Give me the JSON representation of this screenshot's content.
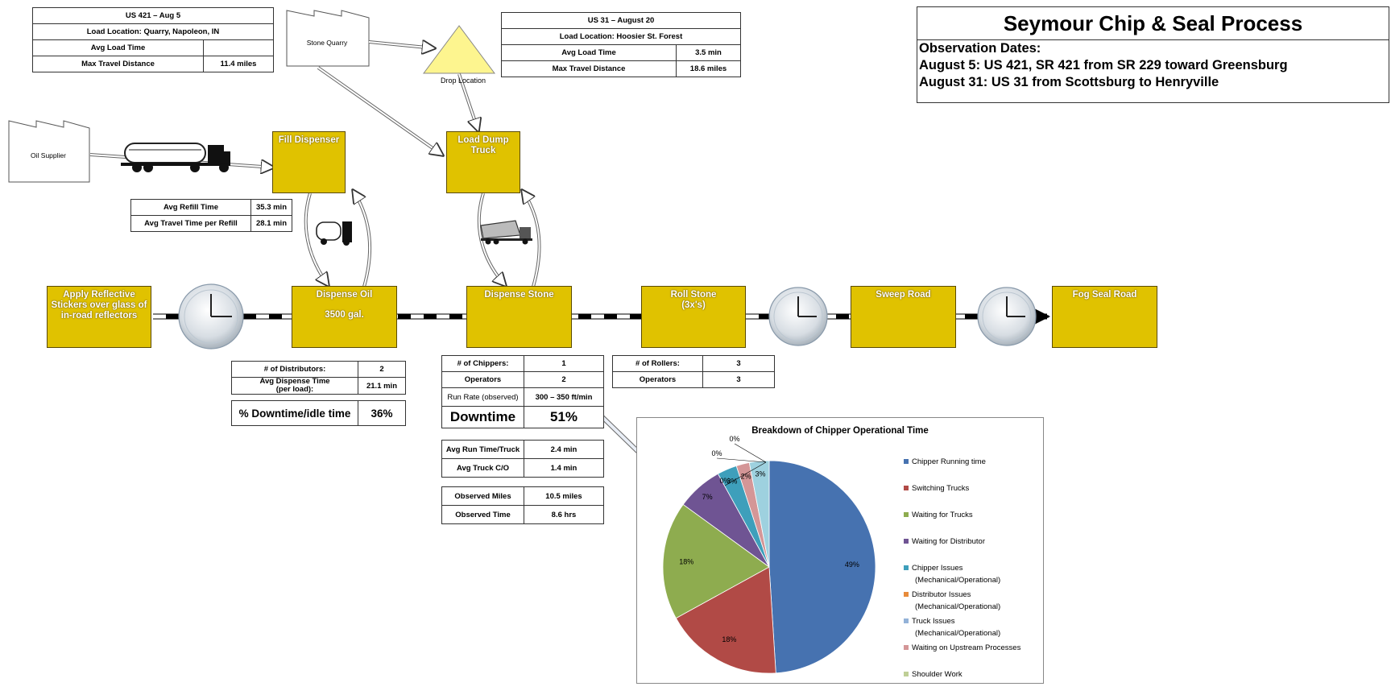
{
  "title": "Seymour Chip & Seal Process",
  "observation": {
    "heading": "Observation Dates:",
    "lines": [
      "August 5: US 421, SR 421 from SR 229 toward Greensburg",
      "August 31: US 31 from Scottsburg to Henryville"
    ]
  },
  "us421_table": {
    "title": "US 421 – Aug 5",
    "load_location": "Load Location: Quarry, Napoleon, IN",
    "avg_load_label": "Avg Load Time",
    "avg_load_value": "",
    "max_travel_label": "Max Travel Distance",
    "max_travel_value": "11.4 miles"
  },
  "us31_table": {
    "title": "US 31 – August 20",
    "load_location": "Load Location:  Hoosier St. Forest",
    "avg_load_label": "Avg Load Time",
    "avg_load_value": "3.5 min",
    "max_travel_label": "Max Travel Distance",
    "max_travel_value": "18.6 miles"
  },
  "factories": {
    "stone_quarry": "Stone Quarry",
    "oil_supplier": "Oil Supplier"
  },
  "drop_location": "Drop Location",
  "processes": {
    "fill_dispenser": "Fill Dispenser",
    "load_dump_truck_1": "Load Dump",
    "load_dump_truck_2": "Truck",
    "apply_reflective_1": "Apply Reflective",
    "apply_reflective_2": "Stickers over glass of",
    "apply_reflective_3": "in-road reflectors",
    "dispense_oil": "Dispense Oil",
    "dispense_oil_sub": "3500 gal.",
    "dispense_stone": "Dispense Stone",
    "roll_stone": "Roll Stone",
    "roll_stone_sub": "(3x's)",
    "sweep_road": "Sweep Road",
    "fog_seal_road": "Fog Seal Road"
  },
  "refill_table": {
    "avg_refill_label": "Avg Refill Time",
    "avg_refill_value": "35.3 min",
    "avg_travel_label": "Avg Travel Time per Refill",
    "avg_travel_value": "28.1 min"
  },
  "distributor_table": {
    "num_label": "# of Distributors:",
    "num_value": "2",
    "avg_dispense_label_1": "Avg Dispense Time",
    "avg_dispense_label_2": "(per load):",
    "avg_dispense_value": "21.1 min",
    "downtime_label": "% Downtime/idle time",
    "downtime_value": "36%"
  },
  "chipper_table": {
    "num_label": "# of Chippers:",
    "num_value": "1",
    "operators_label": "Operators",
    "operators_value": "2",
    "run_rate_label": "Run Rate (observed)",
    "run_rate_value": "300 – 350 ft/min",
    "downtime_label": "Downtime",
    "downtime_value": "51%"
  },
  "truck_table": {
    "avg_run_label": "Avg Run Time/Truck",
    "avg_run_value": "2.4 min",
    "avg_co_label": "Avg Truck C/O",
    "avg_co_value": "1.4 min"
  },
  "observed_table": {
    "miles_label": "Observed Miles",
    "miles_value": "10.5 miles",
    "time_label": "Observed Time",
    "time_value": "8.6 hrs"
  },
  "roller_table": {
    "num_label": "# of Rollers:",
    "num_value": "3",
    "operators_label": "Operators",
    "operators_value": "3"
  },
  "chart_data": {
    "type": "pie",
    "title": "Breakdown of Chipper Operational Time",
    "categories": [
      "Chipper Running time",
      "Switching Trucks",
      "Waiting for Trucks",
      "Waiting for Distributor",
      "Chipper Issues (Mechanical/Operational)",
      "Distributor Issues (Mechanical/Operational)",
      "Truck Issues (Mechanical/Operational)",
      "Waiting on Upstream Processes",
      "Shoulder Work"
    ],
    "values": [
      49,
      18,
      18,
      7,
      3,
      0,
      0,
      2,
      0
    ],
    "slice_labels": [
      "49%",
      "18%",
      "18%",
      "7%",
      "3%",
      "0%",
      "0%",
      "2%",
      "0%"
    ],
    "extra_visible_label": "3%",
    "extra_visible_value": 3,
    "colors": [
      "#4672b0",
      "#b14a46",
      "#8eac4f",
      "#6f5493",
      "#3e9fbb",
      "#e78b3a",
      "#93b2d8",
      "#d49697",
      "#bfcf96",
      "#9ed1df"
    ],
    "legend": {
      "position": "right",
      "labels": [
        [
          "Chipper Running time"
        ],
        [
          "Switching Trucks"
        ],
        [
          "Waiting for Trucks"
        ],
        [
          "Waiting for Distributor"
        ],
        [
          "Chipper Issues",
          "(Mechanical/Operational)"
        ],
        [
          "Distributor Issues",
          "(Mechanical/Operational)"
        ],
        [
          "Truck Issues",
          "(Mechanical/Operational)"
        ],
        [
          "Waiting on Upstream Processes"
        ],
        [
          "Shoulder Work"
        ]
      ]
    }
  }
}
